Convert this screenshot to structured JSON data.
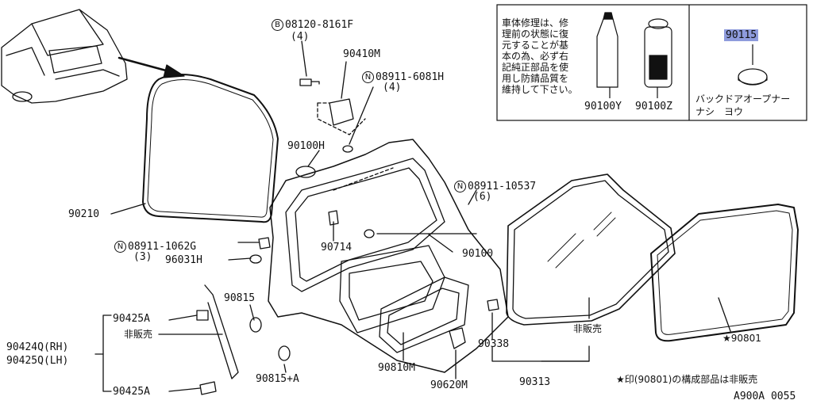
{
  "note_box": {
    "text_lines": [
      "車体修理は、修",
      "理前の状態に復",
      "元することが基",
      "本の為、必ず右",
      "記純正部品を使",
      "用し防錆品質を",
      "維持して下さい。"
    ],
    "part_a": "90100Y",
    "part_b": "90100Z",
    "part_c": "90115",
    "part_c_desc_1": "バックドアオープナー",
    "part_c_desc_2": "ナシ　ヨウ"
  },
  "labels": {
    "bolt_b": "08120-8161F",
    "bolt_b_badge": "B",
    "bolt_b_qty": "(4)",
    "p90410M": "90410M",
    "nut_n1": "08911-6081H",
    "nut_n1_badge": "N",
    "nut_n1_qty": "(4)",
    "p90100H": "90100H",
    "p90210": "90210",
    "nut_n2": "08911-1062G",
    "nut_n2_badge": "N",
    "nut_n2_qty": "(3)",
    "p96031H": "96031H",
    "nut_n3": "08911-10537",
    "nut_n3_badge": "N",
    "nut_n3_qty": "(6)",
    "p90714": "90714",
    "p90100": "90100",
    "p90815": "90815",
    "p90425A_top": "90425A",
    "p90424Q": "90424Q(RH)",
    "p90425Q": "90425Q(LH)",
    "not_sold_1": "非販売",
    "p90425A_bottom": "90425A",
    "p90815A": "90815+A",
    "p90810M": "90810M",
    "p90620M": "90620M",
    "p90338": "90338",
    "not_sold_2": "非販売",
    "p90313": "90313",
    "p90801": "★90801",
    "footnote": "★印(90801)の構成部品は非販売",
    "diagram_id": "A900A 0055"
  }
}
